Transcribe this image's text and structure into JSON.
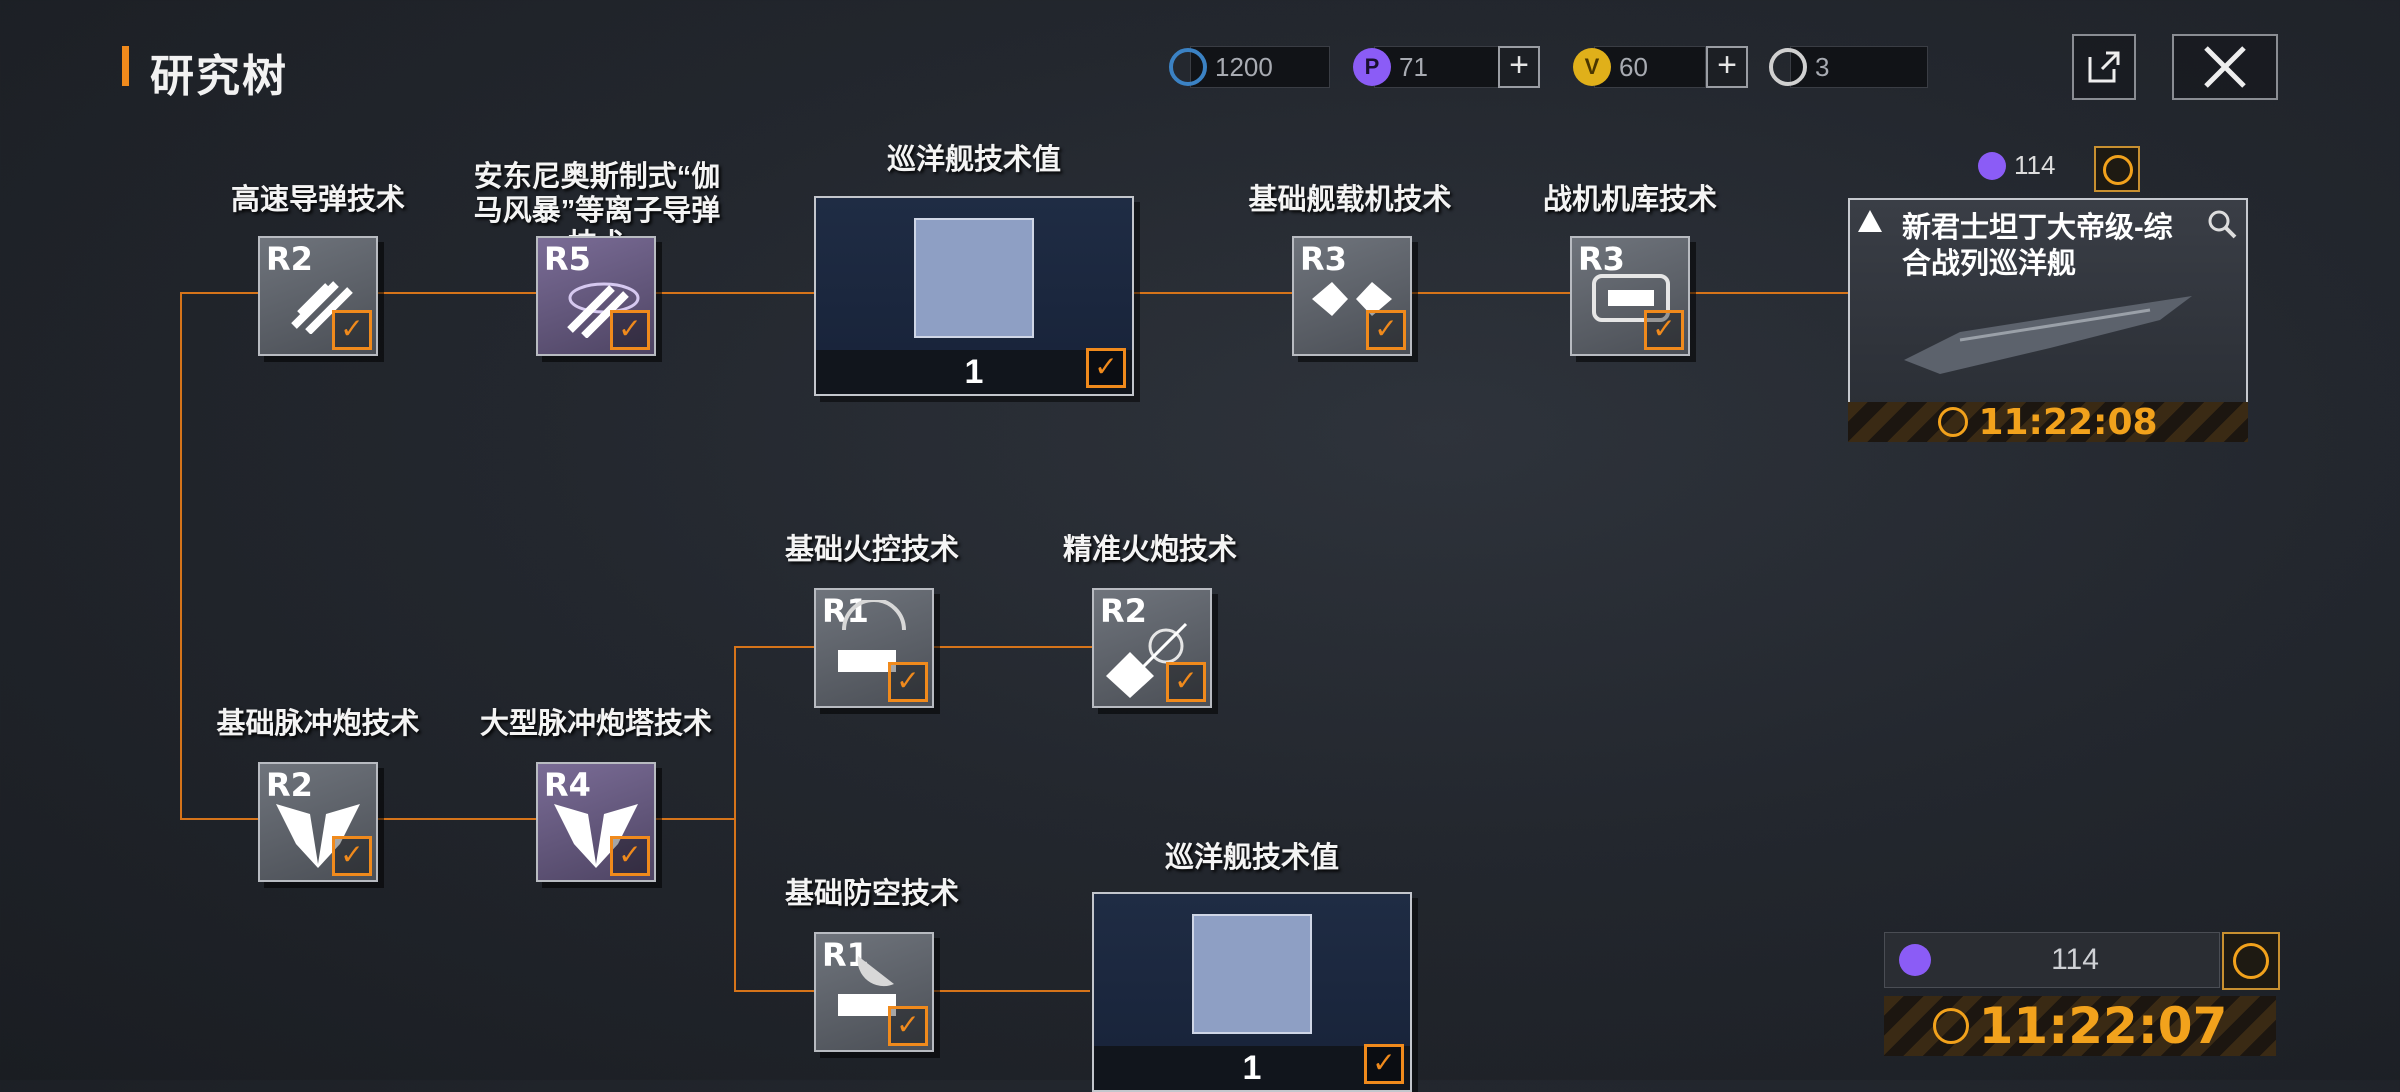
{
  "header": {
    "title": "研究树"
  },
  "resources": [
    {
      "name": "refresh-currency",
      "value": "1200",
      "color": "#3b82c4"
    },
    {
      "name": "purple-currency",
      "value": "71",
      "color": "#8b5cf6"
    },
    {
      "name": "gold-currency",
      "value": "60",
      "color": "#e0b01a"
    },
    {
      "name": "tech-currency",
      "value": "3",
      "color": "#d0d0d0"
    }
  ],
  "tree": {
    "n_missile": {
      "label": "高速导弹技术",
      "rank": "R2"
    },
    "n_ion": {
      "label": "安东尼奥斯制式“伽马风暴”等离子导弹技术",
      "rank": "R5"
    },
    "n_cruiser_top": {
      "label": "巡洋舰技术值",
      "value": "1"
    },
    "n_carrier": {
      "label": "基础舰载机技术",
      "rank": "R3"
    },
    "n_hangar": {
      "label": "战机机库技术",
      "rank": "R3"
    },
    "n_fire": {
      "label": "基础火控技术",
      "rank": "R1"
    },
    "n_cannon": {
      "label": "精准火炮技术",
      "rank": "R2"
    },
    "n_pulse": {
      "label": "基础脉冲炮技术",
      "rank": "R2"
    },
    "n_turret": {
      "label": "大型脉冲炮塔技术",
      "rank": "R4"
    },
    "n_aa": {
      "label": "基础防空技术",
      "rank": "R1"
    },
    "n_cruiser_bottom": {
      "label": "巡洋舰技术值",
      "value": "1"
    }
  },
  "ship_card": {
    "cost": "114",
    "name": "新君士坦丁大帝级-综合战列巡洋舰",
    "timer": "11:22:08"
  },
  "bottom_panel": {
    "cost": "114",
    "timer": "11:22:07"
  },
  "colors": {
    "accent": "#f08a1c",
    "line": "#d6741a",
    "timer": "#f2a21c"
  }
}
